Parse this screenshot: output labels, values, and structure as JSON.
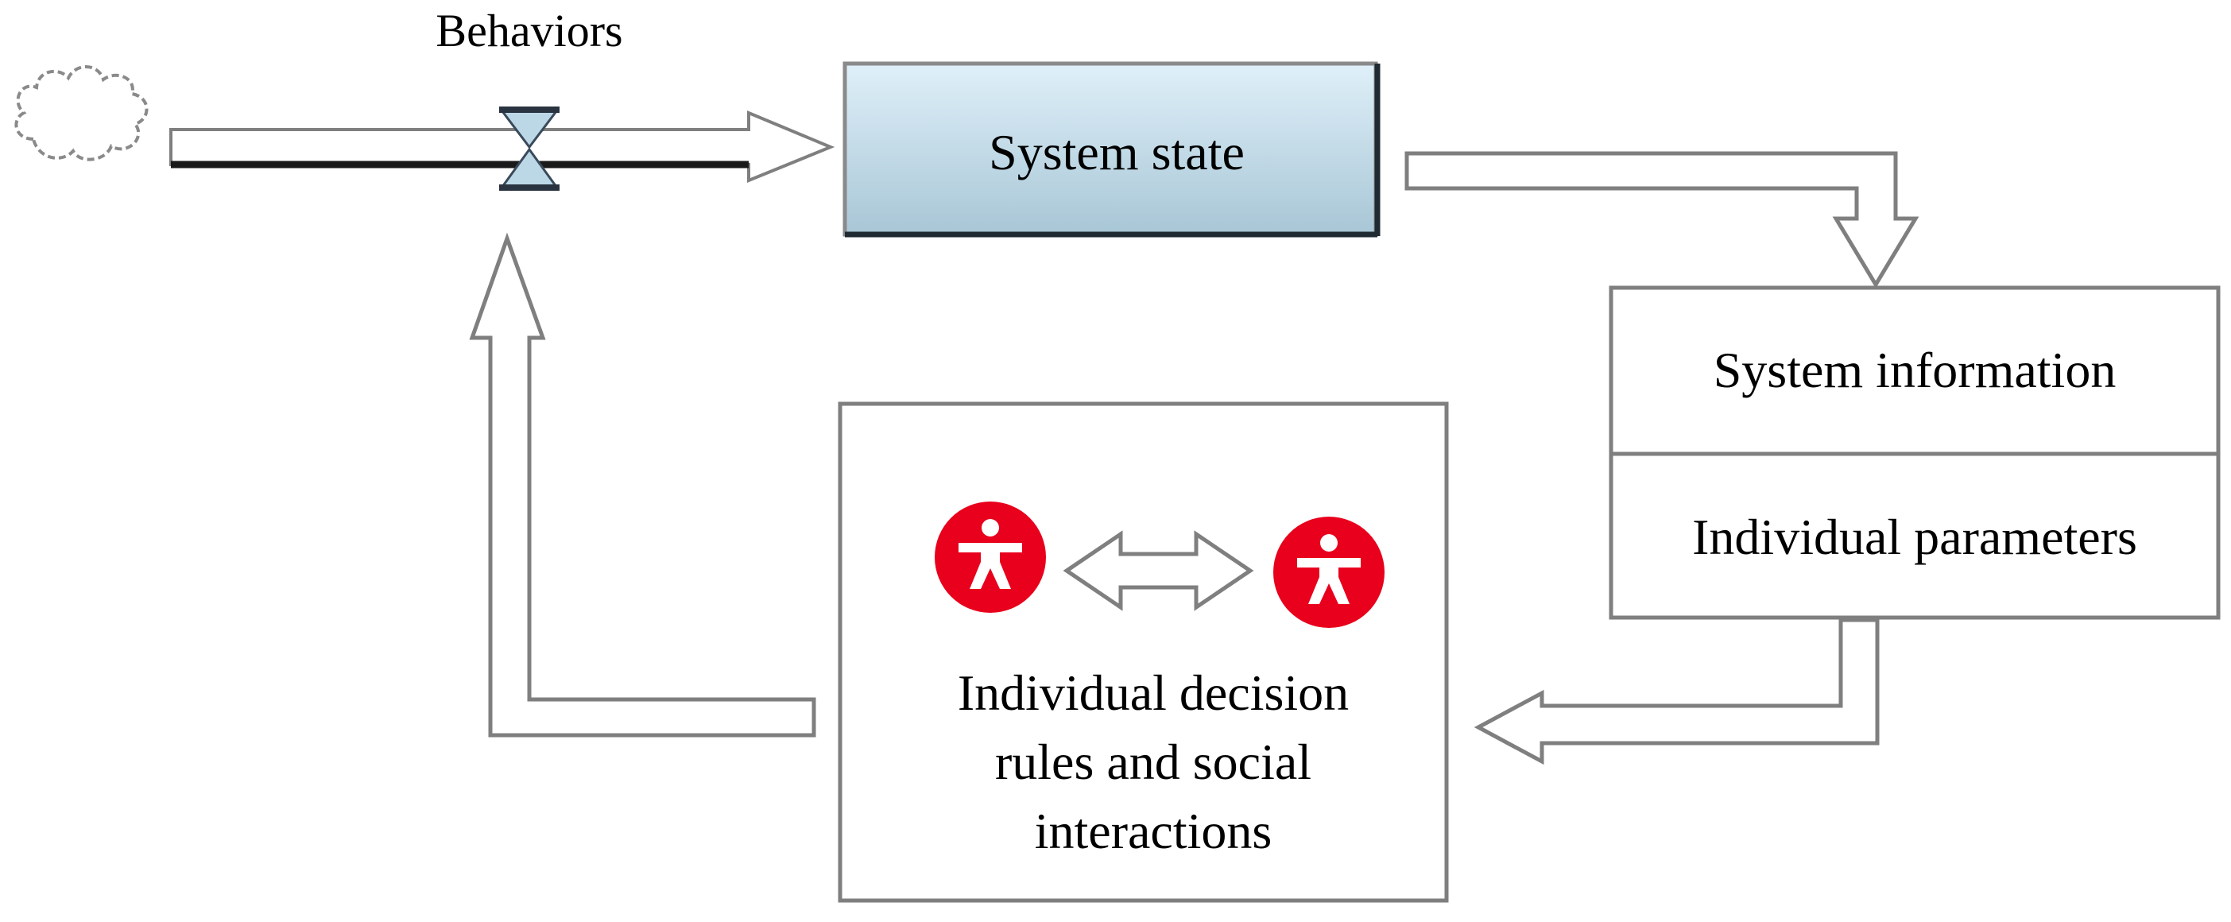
{
  "labels": {
    "flow": "Behaviors",
    "stock": "System state",
    "info_top": "System information",
    "info_bottom": "Individual parameters",
    "decision_line1": "Individual decision",
    "decision_line2": "rules and social",
    "decision_line3": "interactions"
  },
  "icons": {
    "source": "cloud-icon",
    "valve": "hourglass-valve-icon",
    "agent": "person-icon",
    "interaction": "double-arrow-icon"
  },
  "colors": {
    "stroke": "#7f7f7f",
    "stock_top": "#dff0f9",
    "stock_bottom": "#a8c6d6",
    "valve": "#bcd8e6",
    "agent_red": "#e8001c"
  }
}
